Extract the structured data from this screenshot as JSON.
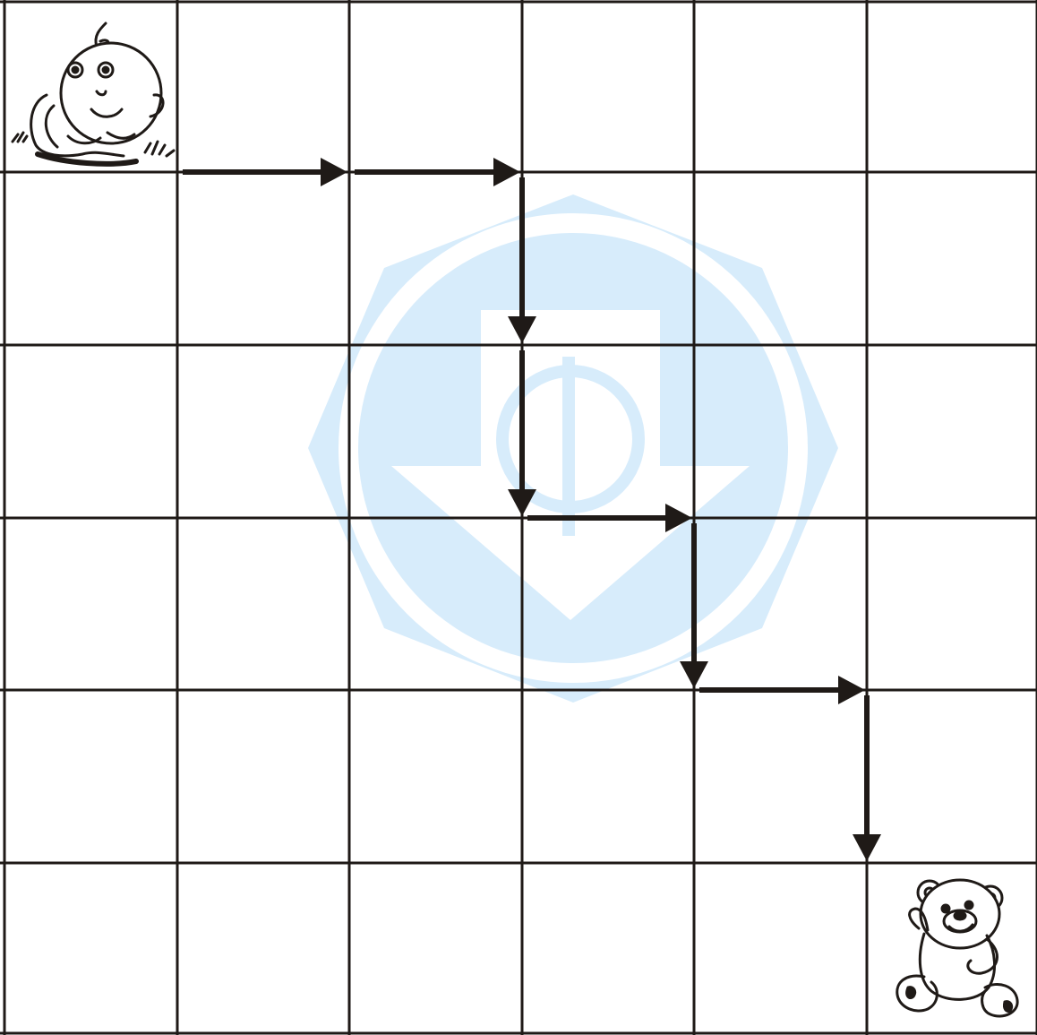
{
  "diagram": {
    "grid": {
      "rows": 6,
      "cols": 6,
      "line_color": "#1f1a17"
    },
    "start": {
      "row": 0,
      "col": 0,
      "figure": "baby"
    },
    "goal": {
      "row": 5,
      "col": 5,
      "figure": "teddy-bear"
    },
    "path": {
      "color": "#1f1a17",
      "moves": [
        "right",
        "right",
        "down",
        "down",
        "right",
        "down",
        "right",
        "down"
      ]
    },
    "watermark": {
      "color": "#d7ecfb",
      "icon": "watermark-logo"
    }
  }
}
